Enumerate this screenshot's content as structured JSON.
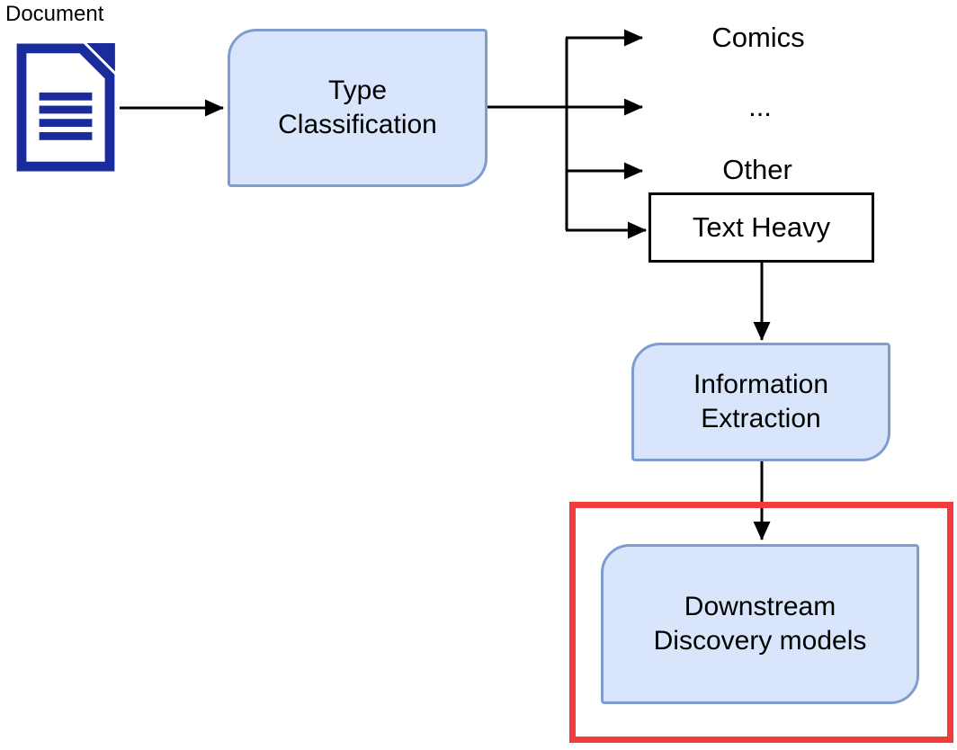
{
  "diagram": {
    "title_hint": "Document type classification pipeline flowchart",
    "colors": {
      "background": "#ffffff",
      "node_fill": "#d9e5fa",
      "node_border": "#7e9cd0",
      "document_icon_blue": "#1a2b9b",
      "highlight_red": "#f23c3c",
      "edge_black": "#000000",
      "text_black": "#000000"
    },
    "document": {
      "label": "Document"
    },
    "nodes": {
      "type_classification": {
        "line1": "Type",
        "line2": "Classification"
      },
      "text_heavy": {
        "label": "Text Heavy"
      },
      "information_extraction": {
        "line1": "Information",
        "line2": "Extraction"
      },
      "downstream": {
        "line1": "Downstream",
        "line2": "Discovery models"
      }
    },
    "branch_labels": {
      "comics": "Comics",
      "ellipsis": "...",
      "other": "Other"
    }
  }
}
